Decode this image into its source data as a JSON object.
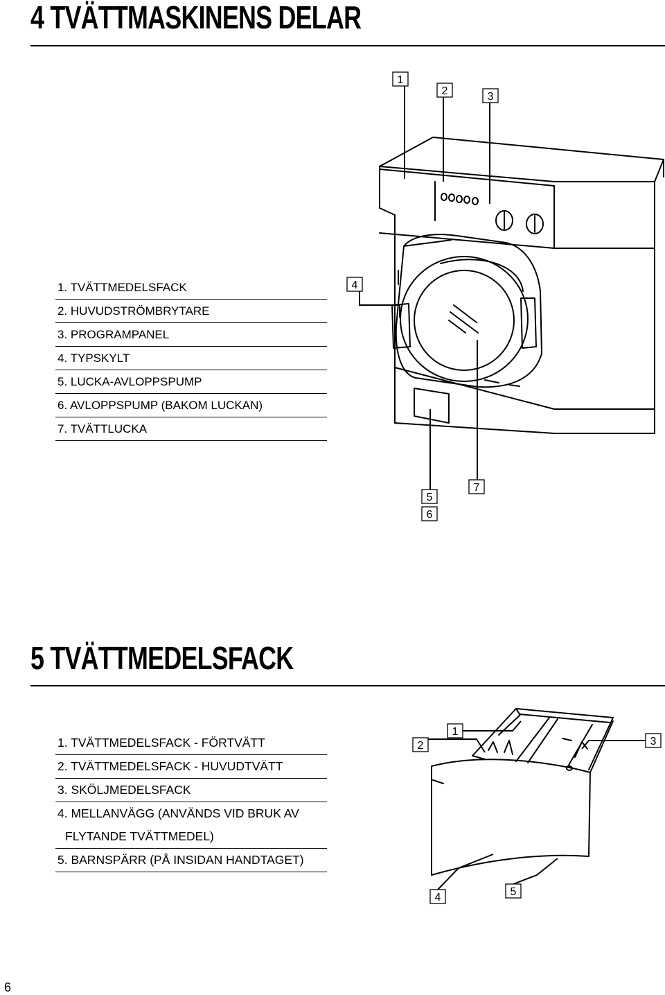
{
  "section4": {
    "title": "4 TVÄTTMASKINENS DELAR",
    "items": [
      "1. TVÄTTMEDELSFACK",
      "2. HUVUDSTRÖMBRYTARE",
      "3. PROGRAMPANEL",
      "4. TYPSKYLT",
      "5. LUCKA-AVLOPPSPUMP",
      "6. AVLOPPSPUMP (BAKOM LUCKAN)",
      "7. TVÄTTLUCKA"
    ],
    "callouts": [
      "1",
      "2",
      "3",
      "4",
      "5",
      "6",
      "7"
    ]
  },
  "section5": {
    "title": "5 TVÄTTMEDELSFACK",
    "items": [
      "1. TVÄTTMEDELSFACK - FÖRTVÄTT",
      "2. TVÄTTMEDELSFACK - HUVUDTVÄTT",
      "3. SKÖLJMEDELSFACK",
      "4. MELLANVÄGG (ANVÄNDS VID BRUK AV",
      "FLYTANDE TVÄTTMEDEL)",
      "5. BARNSPÄRR (PÅ INSIDAN HANDTAGET)"
    ],
    "callouts": [
      "1",
      "2",
      "3",
      "4",
      "5"
    ]
  },
  "page_number": "6"
}
